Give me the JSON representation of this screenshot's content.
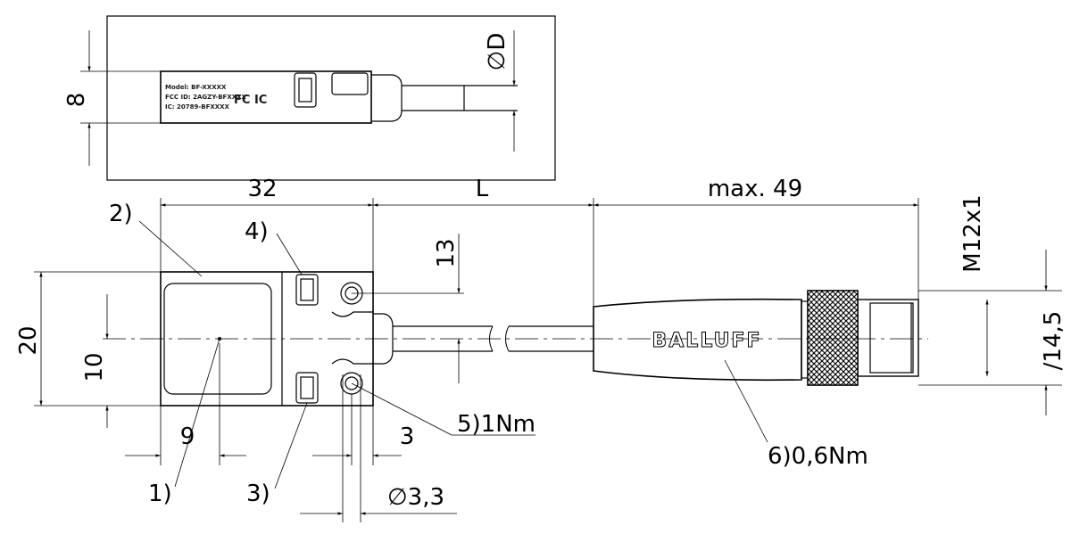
{
  "side_view": {
    "dim_height": "8",
    "dim_diameter": "∅D",
    "label_lines": [
      "Model: BF-XXXXX",
      "FCC ID: 2AGZY-BFXXXX",
      "IC: 20789-BFXXXX"
    ],
    "marks": "FC IC"
  },
  "front_view": {
    "dim_width_body": "32",
    "dim_cable": "L",
    "dim_connector": "max. 49",
    "dim_thread": "M12x1",
    "dim_height": "20",
    "dim_hole_spacing": "10",
    "dim_upper": "13",
    "dim_diam_connector": "∕14,5",
    "dim_left": "9",
    "dim_right": "3",
    "dim_hole": "∅3,3",
    "brand": "BALLUFF"
  },
  "callouts": {
    "c1": "1)",
    "c2": "2)",
    "c3": "3)",
    "c4": "4)",
    "c5": "5)1Nm",
    "c6": "6)0,6Nm"
  },
  "colors": {
    "line": "#000000",
    "fill": "#ffffff"
  }
}
